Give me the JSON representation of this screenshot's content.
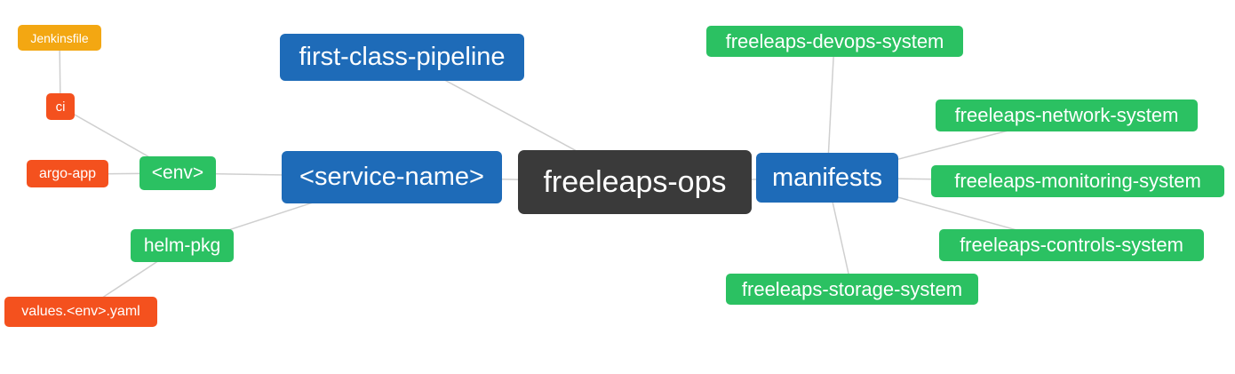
{
  "diagram": {
    "title": "freeleaps-ops repository structure mind map",
    "colors": {
      "center": "#3a3a3a",
      "primary_blue": "#1e6bb8",
      "leaf_green": "#2bc162",
      "leaf_red": "#f4511e",
      "leaf_orange": "#f3a712",
      "edge_gray": "#cfcfcf",
      "node_text": "#ffffff",
      "background": "#ffffff"
    },
    "nodes": {
      "freeleaps_ops": {
        "label": "freeleaps-ops"
      },
      "first_class_pipeline": {
        "label": "first-class-pipeline"
      },
      "service_name": {
        "label": "<service-name>"
      },
      "manifests": {
        "label": "manifests"
      },
      "env": {
        "label": "<env>"
      },
      "helm_pkg": {
        "label": "helm-pkg"
      },
      "jenkinsfile": {
        "label": "Jenkinsfile"
      },
      "ci": {
        "label": "ci"
      },
      "argo_app": {
        "label": "argo-app"
      },
      "values_env_yaml": {
        "label": "values.<env>.yaml"
      },
      "devops_system": {
        "label": "freeleaps-devops-system"
      },
      "network_system": {
        "label": "freeleaps-network-system"
      },
      "monitoring_system": {
        "label": "freeleaps-monitoring-system"
      },
      "controls_system": {
        "label": "freeleaps-controls-system"
      },
      "storage_system": {
        "label": "freeleaps-storage-system"
      }
    },
    "edges": [
      [
        "jenkinsfile",
        "ci"
      ],
      [
        "ci",
        "env"
      ],
      [
        "argo_app",
        "env"
      ],
      [
        "env",
        "service_name"
      ],
      [
        "helm_pkg",
        "service_name"
      ],
      [
        "values_env_yaml",
        "helm_pkg"
      ],
      [
        "first_class_pipeline",
        "freeleaps_ops"
      ],
      [
        "service_name",
        "freeleaps_ops"
      ],
      [
        "freeleaps_ops",
        "manifests"
      ],
      [
        "manifests",
        "devops_system"
      ],
      [
        "manifests",
        "network_system"
      ],
      [
        "manifests",
        "monitoring_system"
      ],
      [
        "manifests",
        "controls_system"
      ],
      [
        "manifests",
        "storage_system"
      ]
    ]
  }
}
